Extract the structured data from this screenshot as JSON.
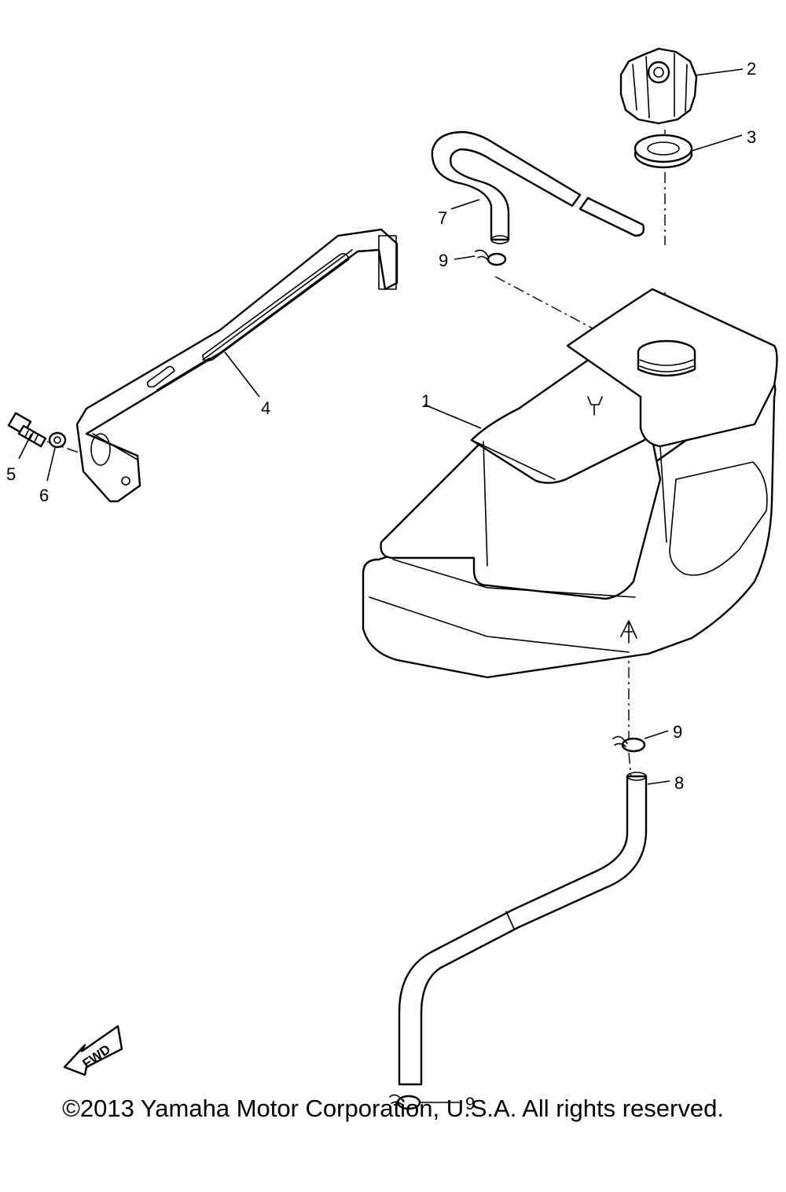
{
  "diagram": {
    "callouts": {
      "tank": "1",
      "cap": "2",
      "gasket": "3",
      "band": "4",
      "bolt": "5",
      "washer": "6",
      "breather_pipe": "7",
      "fuel_pipe": "8",
      "clip_top": "9",
      "clip_mid": "9",
      "clip_bottom": "9"
    },
    "fwd_label": "FWD"
  },
  "footer": {
    "copyright": "©2013 Yamaha Motor Corporation, U.S.A. All rights reserved."
  }
}
